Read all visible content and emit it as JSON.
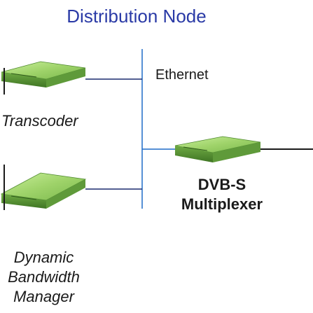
{
  "diagram": {
    "title": "Distribution Node",
    "nodes": {
      "transcoder": {
        "label": "Transcoder",
        "icon": "network-device-icon"
      },
      "dbm": {
        "line1": "Dynamic",
        "line2": "Bandwidth",
        "line3": "Manager",
        "icon": "network-device-icon"
      },
      "multiplexer": {
        "line1": "DVB-S",
        "line2": "Multiplexer",
        "icon": "network-device-icon"
      }
    },
    "links": {
      "ethernet_label": "Ethernet"
    },
    "colors": {
      "title": "#2a3aa6",
      "line_blue": "#1f6cc8",
      "line_dark": "#1a2a6e",
      "device_top": "#9fd36a",
      "device_side": "#5f9a3a"
    }
  }
}
